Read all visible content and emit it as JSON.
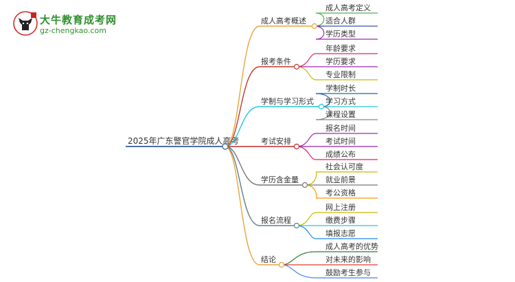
{
  "brand": {
    "name": "大牛教育成考网",
    "url": "gz-chengkao.com"
  },
  "mindmap": {
    "root": "2025年广东警官学院成人高考",
    "branches": [
      {
        "label": "成人高考概述",
        "color": "#e8a33d",
        "children": [
          "成人高考定义",
          "适合人群",
          "学历类型"
        ],
        "child_colors": [
          "#4caf50",
          "#3f51b5",
          "#9c27b0"
        ]
      },
      {
        "label": "报考条件",
        "color": "#c0392b",
        "children": [
          "年龄要求",
          "学历要求",
          "专业限制"
        ],
        "child_colors": [
          "#e91e63",
          "#9c27b0",
          "#c9b800"
        ]
      },
      {
        "label": "学制与学习形式",
        "color": "#26c6da",
        "children": [
          "学制时长",
          "学习方式",
          "课程设置"
        ],
        "child_colors": [
          "#1565c0",
          "#26c6da",
          "#888888"
        ]
      },
      {
        "label": "考试安排",
        "color": "#c62828",
        "children": [
          "报名时间",
          "考试时间",
          "成绩公布"
        ],
        "child_colors": [
          "#9c27b0",
          "#8e24aa",
          "#e91e63"
        ]
      },
      {
        "label": "学历含金量",
        "color": "#757575",
        "children": [
          "社会认可度",
          "就业前景",
          "考公资格"
        ],
        "child_colors": [
          "#c9b800",
          "#777777",
          "#ff9800"
        ]
      },
      {
        "label": "报名流程",
        "color": "#607d8b",
        "children": [
          "网上注册",
          "缴费步骤",
          "填报志愿"
        ],
        "child_colors": [
          "#c9b800",
          "#26c6da",
          "#1e88e5"
        ]
      },
      {
        "label": "结论",
        "color": "#e8a33d",
        "children": [
          "成人高考的优势",
          "对未来的影响",
          "鼓励考生参与"
        ],
        "child_colors": [
          "#2e7d32",
          "#e53935",
          "#4285f4"
        ]
      }
    ]
  }
}
